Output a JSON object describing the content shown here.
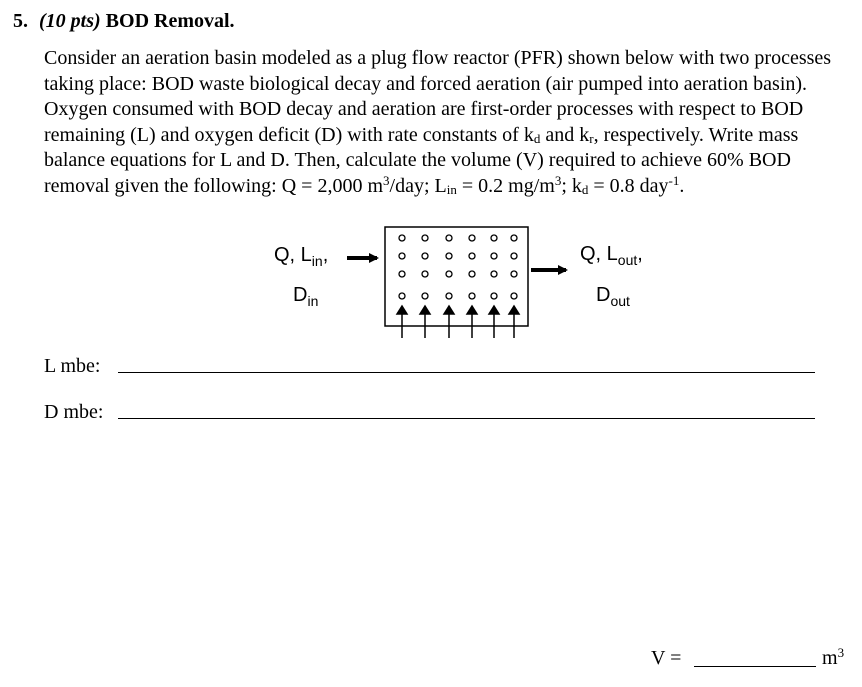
{
  "question": {
    "number": "5.",
    "points": "(10 pts)",
    "title": "BOD Removal."
  },
  "body": {
    "p1": "Consider an aeration basin modeled as a plug flow reactor (PFR) shown below with two processes taking place: BOD waste biological decay and forced aeration (air pumped into aeration basin). Oxygen consumed with BOD decay and aeration are first-order processes with respect to BOD remaining (L) and oxygen deficit (D) with rate constants of k",
    "sub_d": "d",
    "p2": " and k",
    "sub_r": "r",
    "p3": ", respectively. Write mass balance equations for L and D. Then, calculate the volume (V) required to achieve 60% BOD removal given the following: Q = 2,000 m",
    "sup_3a": "3",
    "p4": "/day; L",
    "sub_in": "in",
    "p5": " = 0.2 mg/m",
    "sup_3b": "3",
    "p6": "; k",
    "sub_d2": "d",
    "p7": " = 0.8 day",
    "sup_neg1": "-1",
    "p8": "."
  },
  "diagram": {
    "inlet": {
      "top": "Q, L",
      "top_sub": "in",
      "top_comma": ",",
      "bottom": "D",
      "bottom_sub": "in"
    },
    "outlet": {
      "top": "Q, L",
      "top_sub": "out",
      "top_comma": ",",
      "bottom": "D",
      "bottom_sub": "out"
    }
  },
  "answers": {
    "l_mbe_label": "L mbe:",
    "d_mbe_label": "D mbe:",
    "v_label": "V =",
    "v_unit": "m",
    "v_unit_sup": "3"
  }
}
